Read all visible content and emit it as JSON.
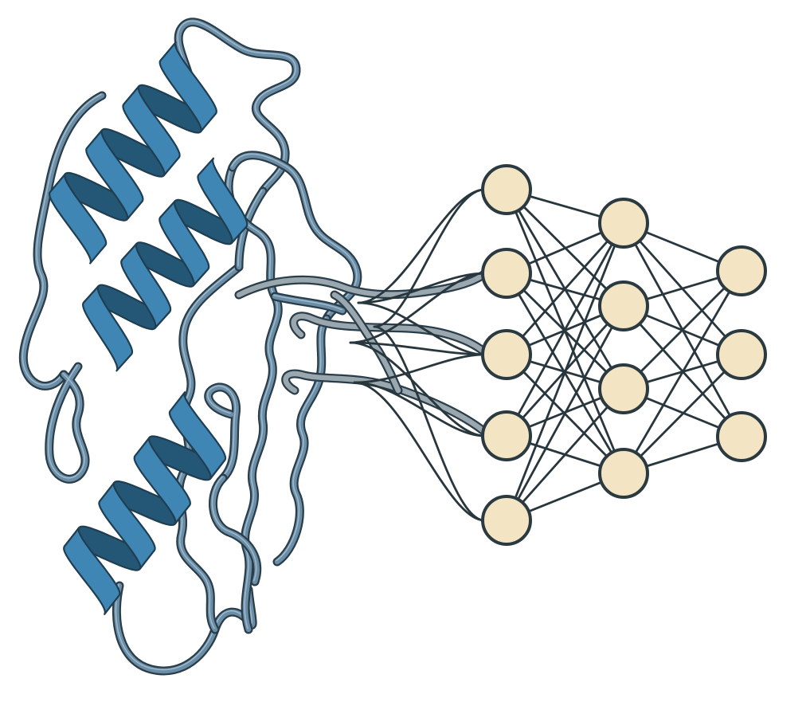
{
  "figure": {
    "left_panel": "protein-ribbon-structure",
    "right_panel": "feed-forward-neural-network"
  },
  "protein": {
    "helix_count": 3,
    "helix_colors": {
      "front": "#3f86b4",
      "back": "#245775",
      "outline": "#1f3e52"
    },
    "coil_colors": {
      "outline": "#2a3d4a",
      "fill": "#6b8ea6"
    },
    "connector_tail_color": "#9aa7ae"
  },
  "network": {
    "layer_sizes": [
      5,
      4,
      3
    ],
    "connectivity": "fully-connected",
    "node_fill": "#f3e4c4",
    "node_stroke": "#2b3a40",
    "edge_color": "#28363d"
  }
}
